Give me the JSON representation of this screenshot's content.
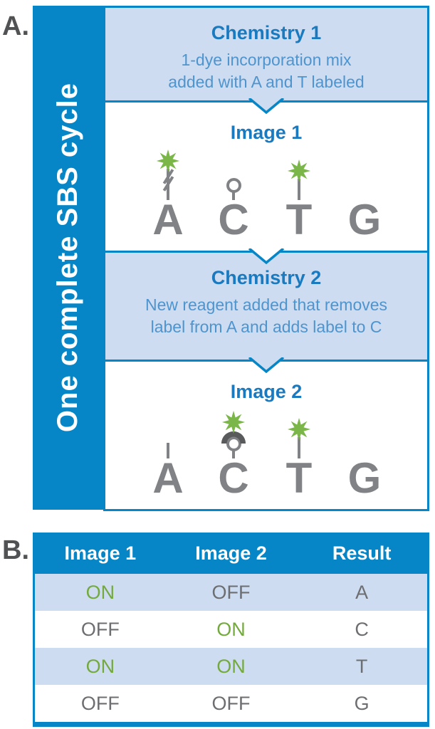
{
  "colors": {
    "brand_blue": "#0686c6",
    "light_blue": "#cddcf0",
    "title_blue": "#1a7ac0",
    "subtitle_blue": "#4e94cf",
    "star_green": "#7ab648",
    "on_green": "#74aa3d",
    "nucleotide_gray": "#808285",
    "off_gray": "#6d6e71",
    "label_gray": "#515254"
  },
  "panel_a": {
    "label": "A.",
    "sidebar_label": "One complete SBS cycle",
    "sections": [
      {
        "kind": "chemistry",
        "title": "Chemistry 1",
        "description": [
          "1-dye incorporation mix",
          "added with A and T labeled"
        ]
      },
      {
        "kind": "image",
        "title": "Image 1",
        "nucleotides": [
          {
            "letter": "A",
            "marker": "star-slash"
          },
          {
            "letter": "C",
            "marker": "circle"
          },
          {
            "letter": "T",
            "marker": "star"
          },
          {
            "letter": "G",
            "marker": "none"
          }
        ]
      },
      {
        "kind": "chemistry",
        "title": "Chemistry 2",
        "description": [
          "New reagent added that removes",
          "label from A and adds label to C"
        ]
      },
      {
        "kind": "image",
        "title": "Image 2",
        "nucleotides": [
          {
            "letter": "A",
            "marker": "stem"
          },
          {
            "letter": "C",
            "marker": "star-arc-circle"
          },
          {
            "letter": "T",
            "marker": "star"
          },
          {
            "letter": "G",
            "marker": "none"
          }
        ]
      }
    ]
  },
  "panel_b": {
    "label": "B.",
    "table": {
      "headers": [
        "Image 1",
        "Image 2",
        "Result"
      ],
      "rows": [
        [
          "ON",
          "OFF",
          "A"
        ],
        [
          "OFF",
          "ON",
          "C"
        ],
        [
          "ON",
          "ON",
          "T"
        ],
        [
          "OFF",
          "OFF",
          "G"
        ]
      ]
    }
  }
}
